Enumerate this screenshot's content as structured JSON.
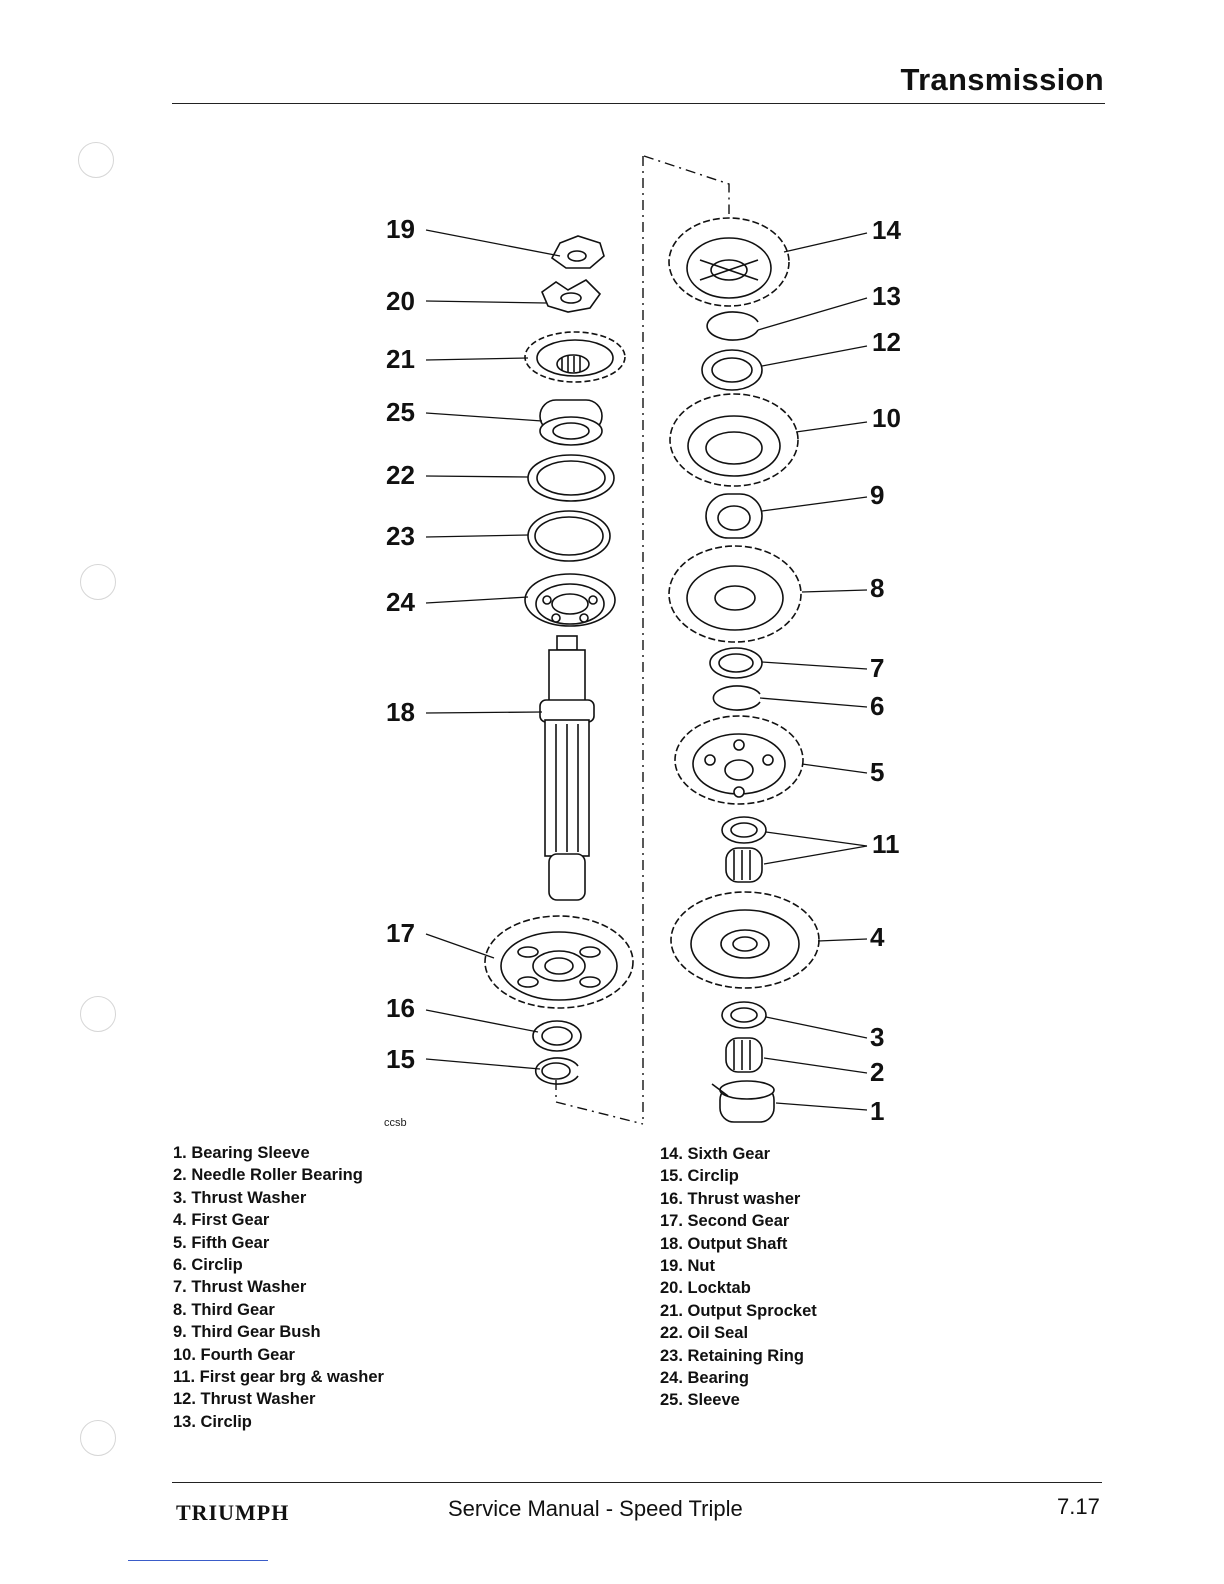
{
  "header": {
    "title": "Transmission"
  },
  "diagram": {
    "figure_code": "ccsb",
    "left_callouts": [
      {
        "num": "19"
      },
      {
        "num": "20"
      },
      {
        "num": "21"
      },
      {
        "num": "25"
      },
      {
        "num": "22"
      },
      {
        "num": "23"
      },
      {
        "num": "24"
      },
      {
        "num": "18"
      },
      {
        "num": "17"
      },
      {
        "num": "16"
      },
      {
        "num": "15"
      }
    ],
    "right_callouts": [
      {
        "num": "14"
      },
      {
        "num": "13"
      },
      {
        "num": "12"
      },
      {
        "num": "10"
      },
      {
        "num": "9"
      },
      {
        "num": "8"
      },
      {
        "num": "7"
      },
      {
        "num": "6"
      },
      {
        "num": "5"
      },
      {
        "num": "11"
      },
      {
        "num": "4"
      },
      {
        "num": "3"
      },
      {
        "num": "2"
      },
      {
        "num": "1"
      }
    ]
  },
  "legend": {
    "left": [
      "1. Bearing Sleeve",
      "2. Needle Roller Bearing",
      "3. Thrust Washer",
      "4. First Gear",
      "5. Fifth Gear",
      "6. Circlip",
      "7. Thrust Washer",
      "8. Third Gear",
      "9. Third Gear Bush",
      "10. Fourth Gear",
      "11. First gear brg & washer",
      "12. Thrust Washer",
      "13. Circlip"
    ],
    "right": [
      "14. Sixth Gear",
      "15. Circlip",
      "16. Thrust washer",
      "17. Second Gear",
      "18. Output Shaft",
      "19. Nut",
      "20. Locktab",
      "21. Output Sprocket",
      "22. Oil Seal",
      "23. Retaining Ring",
      "24. Bearing",
      "25. Sleeve"
    ]
  },
  "footer": {
    "logo": "TRIUMPH",
    "title": "Service Manual - Speed Triple",
    "page": "7.17"
  }
}
